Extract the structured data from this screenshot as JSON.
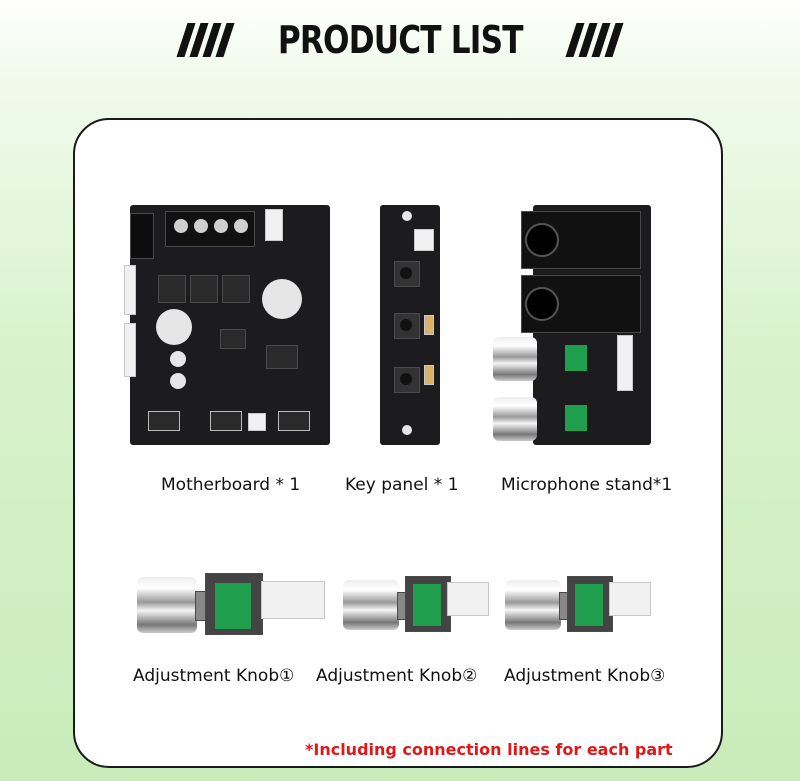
{
  "header": {
    "title": "PRODUCT LIST"
  },
  "items": [
    {
      "label": "Motherboard * 1",
      "icon": "motherboard-icon"
    },
    {
      "label": "Key panel * 1",
      "icon": "key-panel-icon"
    },
    {
      "label": "Microphone stand*1",
      "icon": "microphone-stand-icon"
    },
    {
      "label": "Adjustment Knob①",
      "icon": "adjustment-knob-icon"
    },
    {
      "label": "Adjustment Knob②",
      "icon": "adjustment-knob-icon"
    },
    {
      "label": "Adjustment Knob③",
      "icon": "adjustment-knob-icon"
    }
  ],
  "note": "*Including connection lines for each part",
  "colors": {
    "accent": "#e01818",
    "background": "#c9ecb9",
    "pcb": "#1c1c1e"
  }
}
